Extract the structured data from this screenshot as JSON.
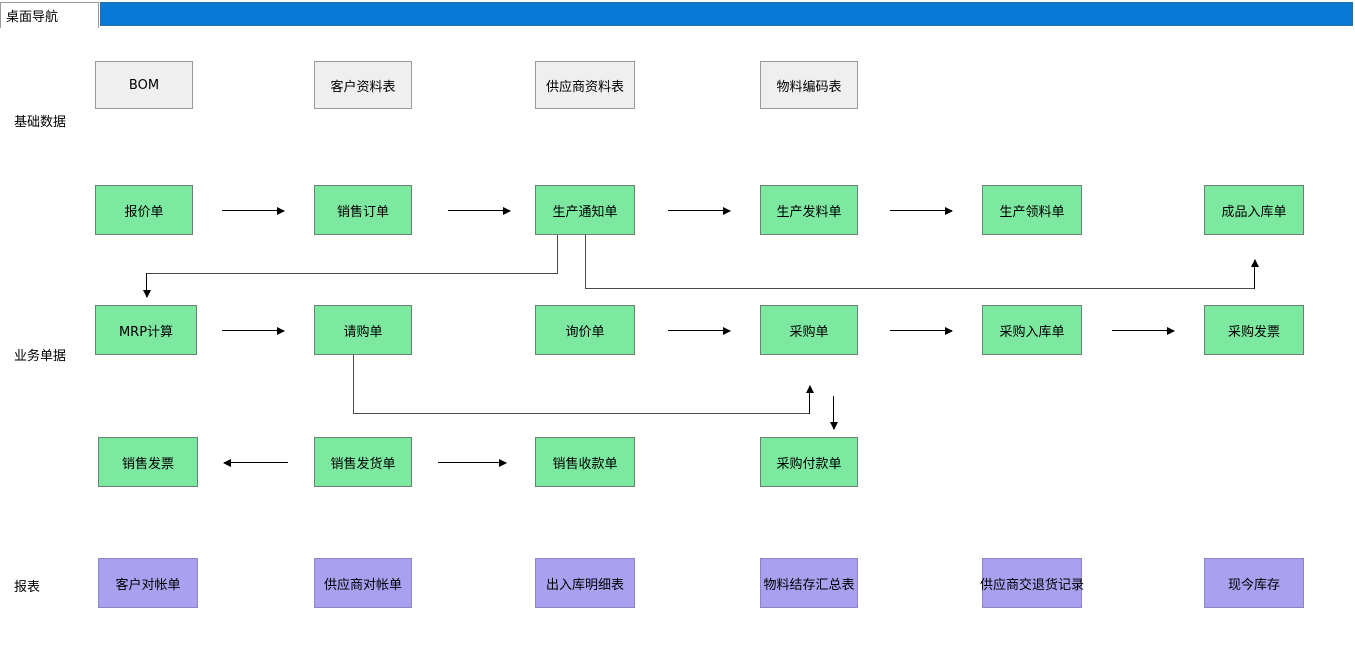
{
  "window": {
    "tab_label": "桌面导航",
    "tab_bar_color": "#0a79d6"
  },
  "colors": {
    "base_fill": "#efefef",
    "document_fill": "#7ce8a0",
    "report_fill": "#aaa0f0",
    "connector": "#000000"
  },
  "rows": [
    {
      "label": "基础数据"
    },
    {
      "label": "业务单据"
    },
    {
      "label": "报表"
    }
  ],
  "nodes": {
    "base_data": [
      {
        "label": "BOM"
      },
      {
        "label": "客户资料表"
      },
      {
        "label": "供应商资料表"
      },
      {
        "label": "物料编码表"
      }
    ],
    "business_row1": [
      {
        "label": "报价单"
      },
      {
        "label": "销售订单"
      },
      {
        "label": "生产通知单"
      },
      {
        "label": "生产发料单"
      },
      {
        "label": "生产领料单"
      },
      {
        "label": "成品入库单"
      }
    ],
    "business_row2": [
      {
        "label": "MRP计算"
      },
      {
        "label": "请购单"
      },
      {
        "label": "询价单"
      },
      {
        "label": "采购单"
      },
      {
        "label": "采购入库单"
      },
      {
        "label": "采购发票"
      }
    ],
    "business_row3": [
      {
        "label": "销售发票"
      },
      {
        "label": "销售发货单"
      },
      {
        "label": "销售收款单"
      },
      {
        "label": "采购付款单"
      }
    ],
    "reports": [
      {
        "label": "客户对帐单"
      },
      {
        "label": "供应商对帐单"
      },
      {
        "label": "出入库明细表"
      },
      {
        "label": "物料结存汇总表"
      },
      {
        "label": "供应商交退货记录"
      },
      {
        "label": "现今库存"
      }
    ]
  }
}
